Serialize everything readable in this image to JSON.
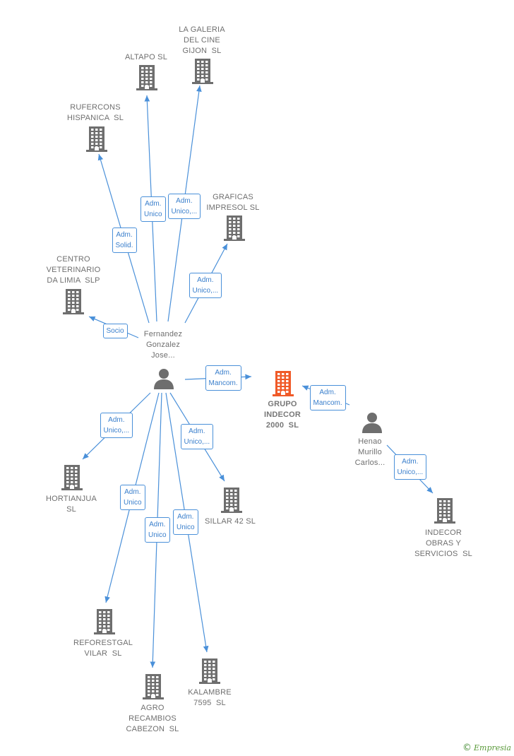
{
  "colors": {
    "edge": "#4a90d9",
    "company": "#6e6e6e",
    "focus": "#f05a28",
    "person": "#6e6e6e"
  },
  "nodes": {
    "altapo": {
      "label": "ALTAPO SL",
      "type": "company"
    },
    "galeria": {
      "label": "LA GALERIA\nDEL CINE\nGIJON  SL",
      "type": "company"
    },
    "rufercons": {
      "label": "RUFERCONS\nHISPANICA  SL",
      "type": "company"
    },
    "graficas": {
      "label": "GRAFICAS\nIMPRESOL SL",
      "type": "company"
    },
    "centro": {
      "label": "CENTRO\nVETERINARIO\nDA LIMIA  SLP",
      "type": "company"
    },
    "fernandez": {
      "label": "Fernandez\nGonzalez\nJose...",
      "type": "person"
    },
    "grupo": {
      "label": "GRUPO\nINDECOR\n2000  SL",
      "type": "focus"
    },
    "henao": {
      "label": "Henao\nMurillo\nCarlos...",
      "type": "person"
    },
    "hortianjua": {
      "label": "HORTIANJUA\nSL",
      "type": "company"
    },
    "sillar": {
      "label": "SILLAR 42 SL",
      "type": "company"
    },
    "indecor": {
      "label": "INDECOR\nOBRAS Y\nSERVICIOS  SL",
      "type": "company"
    },
    "reforestgal": {
      "label": "REFORESTGAL\nVILAR  SL",
      "type": "company"
    },
    "kalambre": {
      "label": "KALAMBRE\n7595  SL",
      "type": "company"
    },
    "agro": {
      "label": "AGRO\nRECAMBIOS\nCABEZON  SL",
      "type": "company"
    }
  },
  "edges": [
    {
      "from": "fernandez",
      "to": "altapo",
      "label": "Adm.\nUnico"
    },
    {
      "from": "fernandez",
      "to": "galeria",
      "label": "Adm.\nUnico,..."
    },
    {
      "from": "fernandez",
      "to": "rufercons",
      "label": "Adm.\nSolid."
    },
    {
      "from": "fernandez",
      "to": "graficas",
      "label": "Adm.\nUnico,..."
    },
    {
      "from": "fernandez",
      "to": "centro",
      "label": "Socio"
    },
    {
      "from": "fernandez",
      "to": "grupo",
      "label": "Adm.\nMancom."
    },
    {
      "from": "henao",
      "to": "grupo",
      "label": "Adm.\nMancom."
    },
    {
      "from": "henao",
      "to": "indecor",
      "label": "Adm.\nUnico,..."
    },
    {
      "from": "fernandez",
      "to": "hortianjua",
      "label": "Adm.\nUnico,..."
    },
    {
      "from": "fernandez",
      "to": "sillar",
      "label": "Adm.\nUnico,..."
    },
    {
      "from": "fernandez",
      "to": "reforestgal",
      "label": "Adm.\nUnico"
    },
    {
      "from": "fernandez",
      "to": "agro",
      "label": "Adm.\nUnico"
    },
    {
      "from": "fernandez",
      "to": "kalambre",
      "label": "Adm.\nUnico"
    }
  ],
  "footer": {
    "copyright": "©",
    "brand": "Empresia"
  }
}
